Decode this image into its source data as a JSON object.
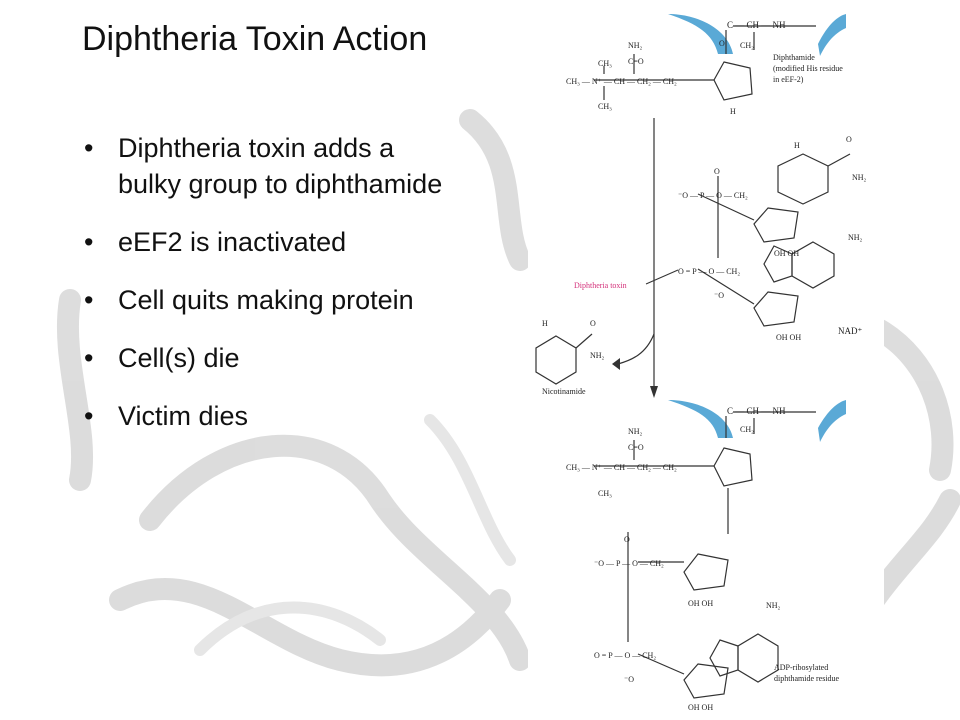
{
  "slide": {
    "title": "Diphtheria Toxin Action",
    "bullets": [
      "Diphtheria toxin adds a bulky group to diphthamide",
      "eEF2 is inactivated",
      "Cell quits making protein",
      "Cell(s) die",
      "Victim dies"
    ],
    "bullet_glyph": "•"
  },
  "diagram": {
    "labels": {
      "diphthamide": [
        "Diphthamide",
        "(modified His residue",
        "in eEF-2)"
      ],
      "toxin": "Diphtheria toxin",
      "nad": "NAD⁺",
      "nicotinamide": "Nicotinamide",
      "product": [
        "ADP-ribosylated",
        "diphthamide residue"
      ]
    },
    "colors": {
      "toxin_label": "#d4317a",
      "ribbon": "#5aa9d6",
      "bonds": "#333333"
    }
  }
}
